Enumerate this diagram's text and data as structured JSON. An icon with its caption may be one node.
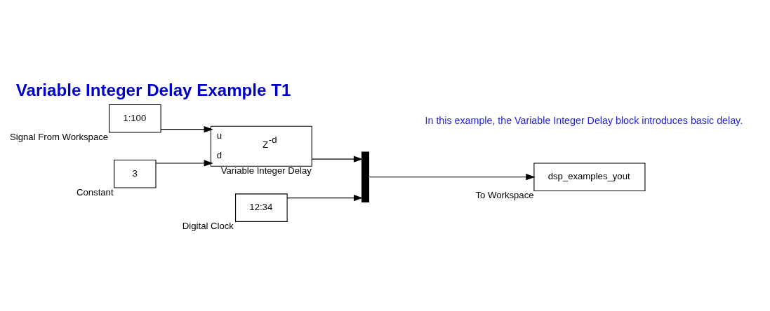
{
  "diagram": {
    "title": "Variable Integer Delay Example T1",
    "nodes": [
      {
        "text": [
          "1:100"
        ],
        "beside": [
          "Signal From Workspace"
        ]
      },
      {
        "text": [
          "12:34"
        ],
        "beside": [
          "Digital Clock"
        ]
      },
      {
        "text": [
          "u",
          "Z$^{-d}$",
          "d"
        ],
        "beside": [
          "Variable Integer Delay"
        ]
      },
      {
        "text": [
          "3"
        ],
        "beside": [
          "Constant"
        ]
      },
      {
        "text": [],
        "shape": "bar"
      },
      {
        "text": [
          "dsp_examples_yout"
        ],
        "beside": [
          "To Workspace"
        ]
      }
    ],
    "edges": [
      {
        "from": 0,
        "to": 2,
        "arrow": "to"
      },
      {
        "from": 3,
        "to": 2,
        "arrow": "to"
      },
      {
        "from": 1,
        "to": 4,
        "arrow": "to"
      },
      {
        "from": 2,
        "to": 4,
        "arrow": "to"
      },
      {
        "from": 4,
        "to": 5,
        "arrow": "to"
      }
    ],
    "labels": [
      "In this example, the Variable Integer Delay block introduces basic delay."
    ]
  }
}
